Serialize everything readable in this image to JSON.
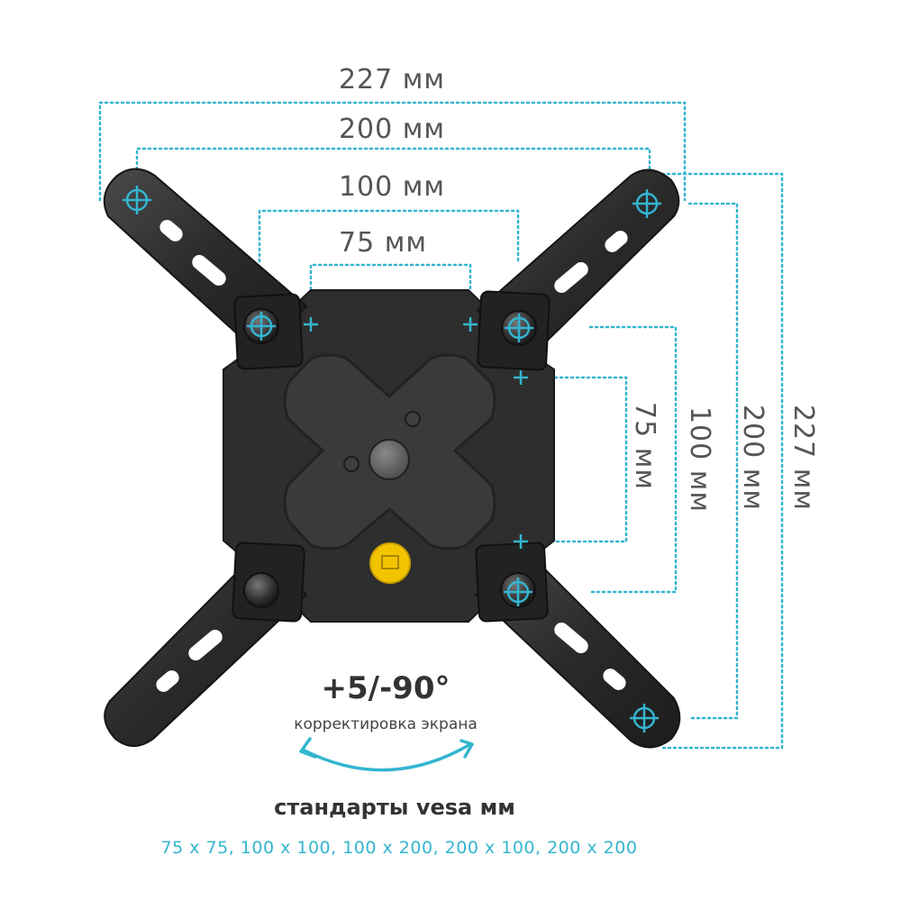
{
  "dimensions": {
    "width_227": "227 мм",
    "width_200": "200 мм",
    "width_100": "100 мм",
    "width_75": "75 мм",
    "height_75": "75 мм",
    "height_100": "100 мм",
    "height_200": "200 мм",
    "height_227": "227 мм"
  },
  "rotation": {
    "angle": "+5/-90°",
    "caption": "корректировка экрана"
  },
  "standards": {
    "title": "стандарты vesa мм",
    "list": "75 x 75, 100 x 100, 100 x 200, 200 x 100, 200 x 200"
  },
  "colors": {
    "accent": "#34b5d0",
    "metal": "#2b2b2b",
    "badge": "#f2c400"
  }
}
